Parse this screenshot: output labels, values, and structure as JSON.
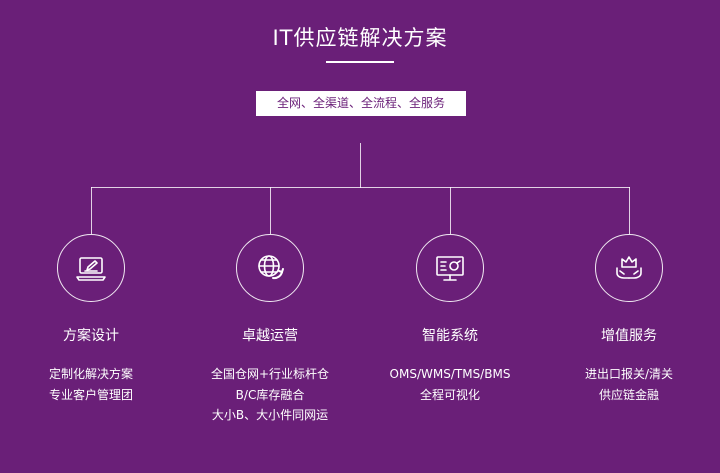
{
  "header": {
    "title": "IT供应链解决方案",
    "banner": "全网、全渠道、全流程、全服务"
  },
  "columns": [
    {
      "icon": "laptop-edit-icon",
      "title": "方案设计",
      "lines": [
        "定制化解决方案",
        "专业客户管理团"
      ]
    },
    {
      "icon": "globe-refresh-icon",
      "title": "卓越运营",
      "lines": [
        "全国仓网+行业标杆仓",
        "B/C库存融合",
        "大小B、大小件同网运"
      ]
    },
    {
      "icon": "monitor-system-icon",
      "title": "智能系统",
      "lines": [
        "OMS/WMS/TMS/BMS",
        "全程可视化"
      ]
    },
    {
      "icon": "hand-crown-icon",
      "title": "增值服务",
      "lines": [
        "进出口报关/清关",
        "供应链金融"
      ]
    }
  ]
}
